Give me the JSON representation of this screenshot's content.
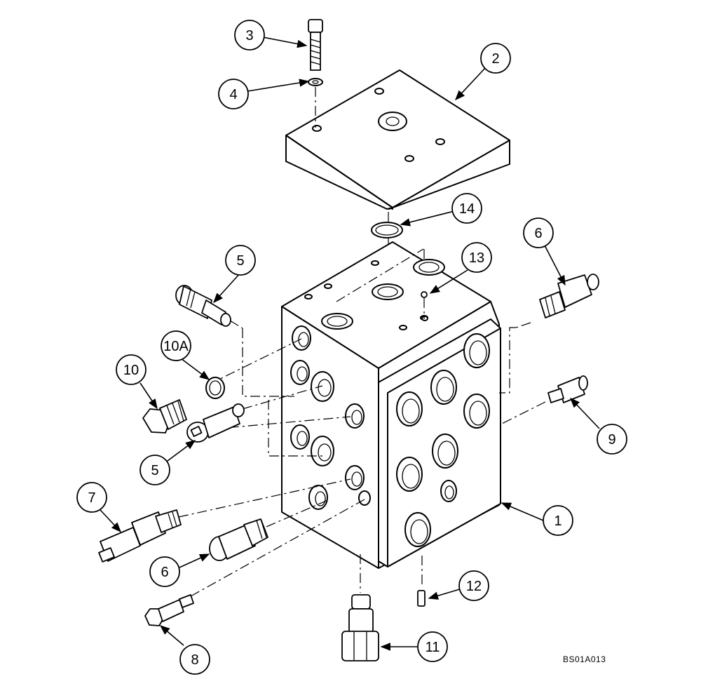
{
  "drawing": {
    "reference_code": "BS01A013",
    "callouts": [
      {
        "id": "c1",
        "label": "1"
      },
      {
        "id": "c2",
        "label": "2"
      },
      {
        "id": "c3",
        "label": "3"
      },
      {
        "id": "c4",
        "label": "4"
      },
      {
        "id": "c5a",
        "label": "5"
      },
      {
        "id": "c5b",
        "label": "5"
      },
      {
        "id": "c6a",
        "label": "6"
      },
      {
        "id": "c6b",
        "label": "6"
      },
      {
        "id": "c7",
        "label": "7"
      },
      {
        "id": "c8",
        "label": "8"
      },
      {
        "id": "c9",
        "label": "9"
      },
      {
        "id": "c10",
        "label": "10"
      },
      {
        "id": "c10a",
        "label": "10A"
      },
      {
        "id": "c11",
        "label": "11"
      },
      {
        "id": "c12",
        "label": "12"
      },
      {
        "id": "c13",
        "label": "13"
      },
      {
        "id": "c14",
        "label": "14"
      }
    ]
  }
}
